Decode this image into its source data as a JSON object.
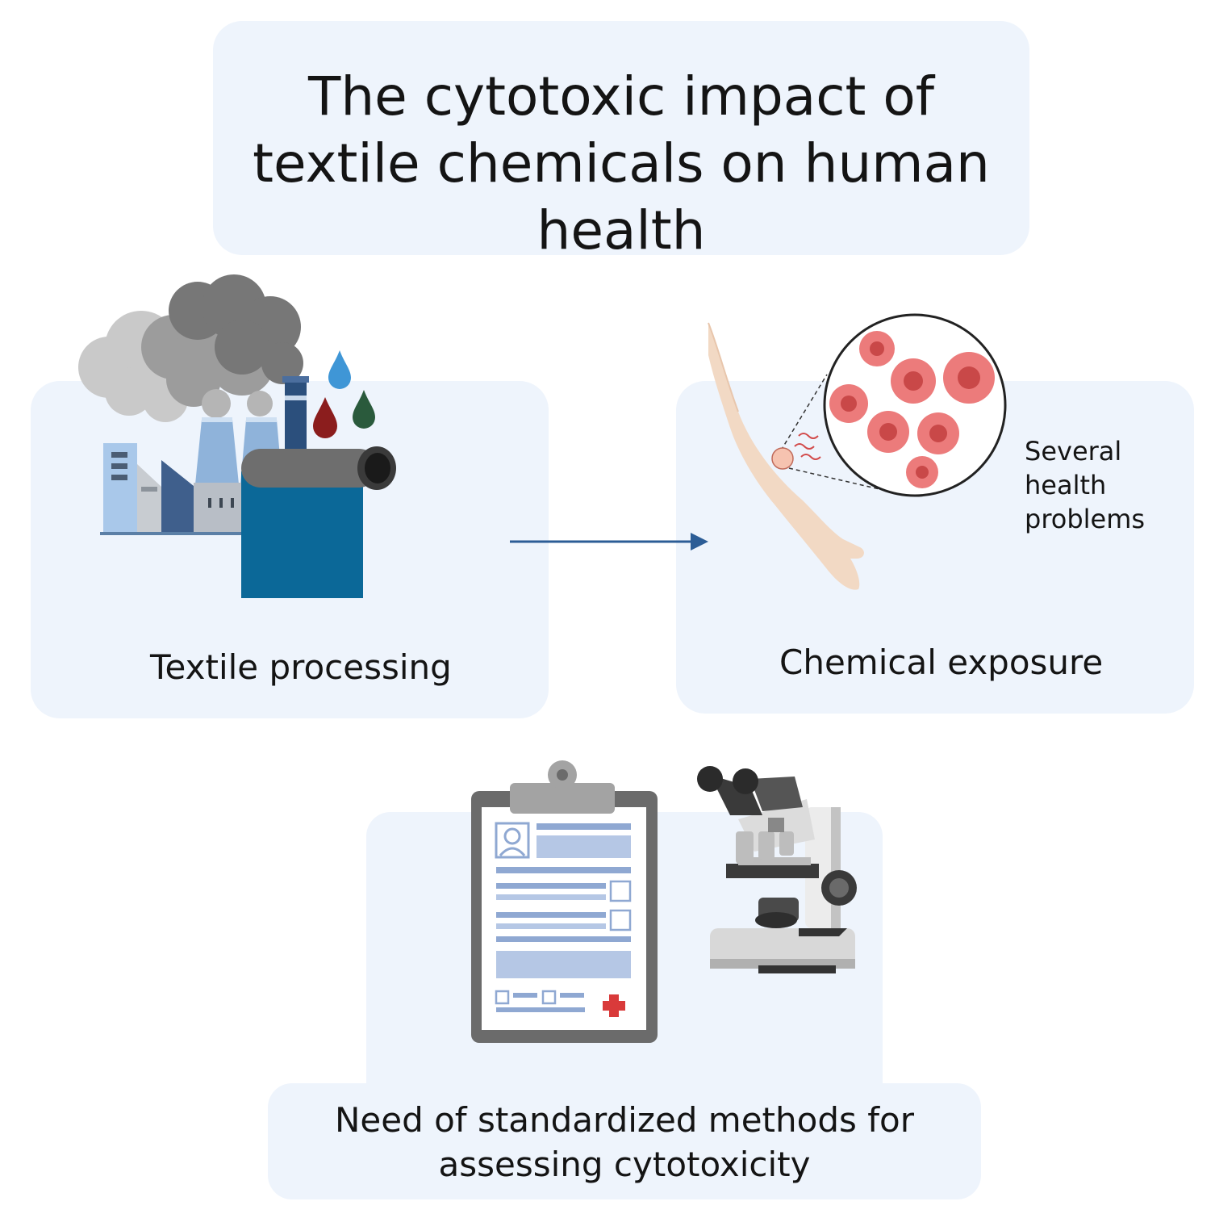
{
  "title": "The cytotoxic impact of textile chemicals on human health",
  "title_lines": [
    "The cytotoxic impact of",
    "textile chemicals on human",
    "health"
  ],
  "panels": {
    "textile": {
      "label": "Textile processing"
    },
    "exposure": {
      "label": "Chemical exposure",
      "callout_lines": [
        "Several",
        "health",
        "problems"
      ]
    },
    "need": {
      "label_lines": [
        "Need of standardized methods for",
        "assessing cytotoxicity"
      ]
    }
  },
  "icons": [
    "factory-icon",
    "smoke-cloud-icon",
    "dye-drop-icon",
    "fabric-roll-icon",
    "arm-icon",
    "cell-magnifier-icon",
    "medical-report-icon",
    "microscope-icon",
    "arrow-icon"
  ],
  "colors": {
    "panel_bg": "#eef4fc",
    "arrow": "#2c5d96",
    "fabric_blue": "#0b6898",
    "cell_red": "#ec7b7b",
    "drop_blue": "#3f96d6",
    "drop_red": "#8b1d1d",
    "drop_green": "#2a5a3c",
    "cross_red": "#d93a3a"
  }
}
